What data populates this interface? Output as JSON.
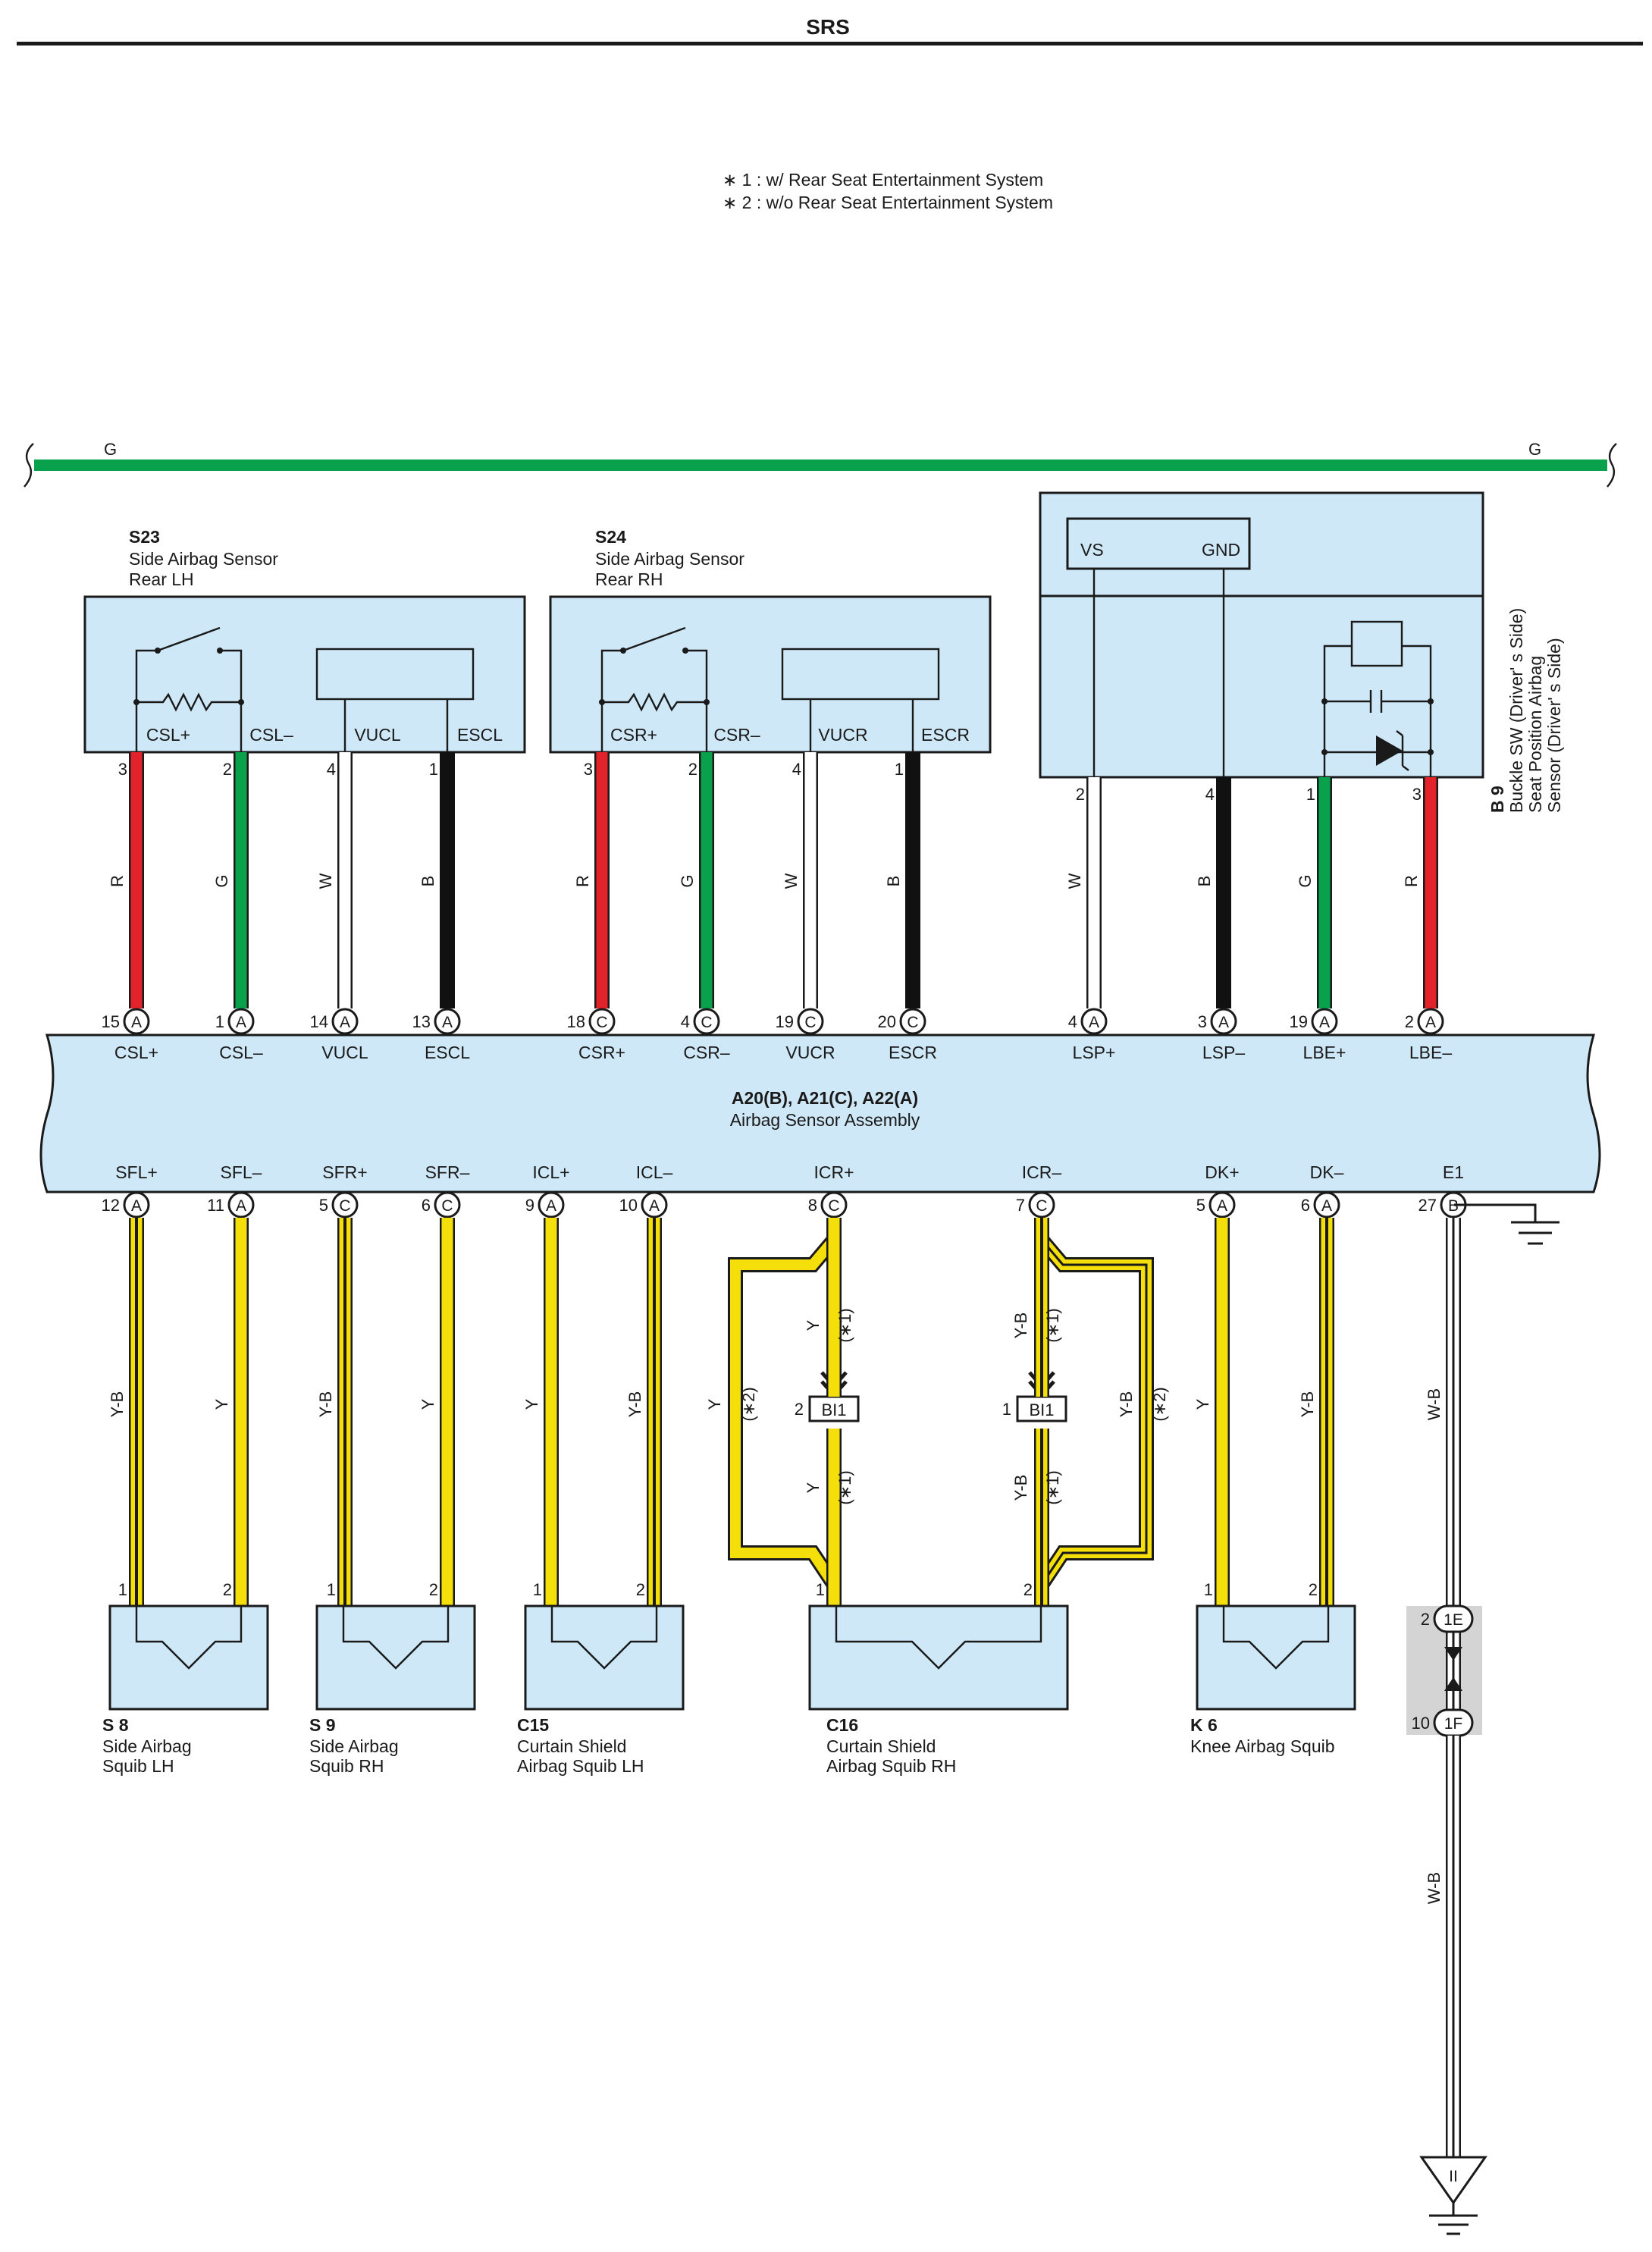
{
  "header": {
    "title": "SRS"
  },
  "notes": [
    "∗ 1 : w/ Rear Seat Entertainment System",
    "∗ 2 : w/o Rear Seat Entertainment System"
  ],
  "bus": {
    "left_label": "G",
    "right_label": "G"
  },
  "colors": {
    "R": "#e3232b",
    "G": "#0aa14c",
    "B": "#111111",
    "W": "#ffffff",
    "Y": "#f4df0a",
    "Y-B": "#f4df0a",
    "W-B": "#ffffff",
    "box": "#cfe8f7"
  },
  "components": {
    "s23": {
      "code": "S23",
      "name_line1": "Side Airbag Sensor",
      "name_line2": "Rear LH",
      "pins": [
        "CSL+",
        "CSL–",
        "VUCL",
        "ESCL"
      ]
    },
    "s24": {
      "code": "S24",
      "name_line1": "Side Airbag Sensor",
      "name_line2": "Rear RH",
      "pins": [
        "CSR+",
        "CSR–",
        "VUCR",
        "ESCR"
      ]
    },
    "b9": {
      "code": "B 9",
      "name_line1": "Buckle SW (Driver' s Side)",
      "name_line2": "Seat Position Airbag",
      "name_line3": "Sensor (Driver' s Side)",
      "vs": "VS",
      "gnd": "GND"
    },
    "assembly": {
      "code": "A20(B), A21(C), A22(A)",
      "name": "Airbag Sensor Assembly"
    },
    "s8": {
      "code": "S 8",
      "line1": "Side Airbag",
      "line2": "Squib LH"
    },
    "s9": {
      "code": "S 9",
      "line1": "Side Airbag",
      "line2": "Squib RH"
    },
    "c15": {
      "code": "C15",
      "line1": "Curtain Shield",
      "line2": "Airbag Squib LH"
    },
    "c16": {
      "code": "C16",
      "line1": "Curtain Shield",
      "line2": "Airbag Squib RH"
    },
    "k6": {
      "code": "K 6",
      "line1": "Knee Airbag Squib",
      "line2": ""
    }
  },
  "top_wires": [
    {
      "pin_top": "3",
      "color": "R",
      "pin_bot": "15",
      "conn": "A",
      "term": "CSL+"
    },
    {
      "pin_top": "2",
      "color": "G",
      "pin_bot": "1",
      "conn": "A",
      "term": "CSL–"
    },
    {
      "pin_top": "4",
      "color": "W",
      "pin_bot": "14",
      "conn": "A",
      "term": "VUCL"
    },
    {
      "pin_top": "1",
      "color": "B",
      "pin_bot": "13",
      "conn": "A",
      "term": "ESCL"
    },
    {
      "pin_top": "3",
      "color": "R",
      "pin_bot": "18",
      "conn": "C",
      "term": "CSR+"
    },
    {
      "pin_top": "2",
      "color": "G",
      "pin_bot": "4",
      "conn": "C",
      "term": "CSR–"
    },
    {
      "pin_top": "4",
      "color": "W",
      "pin_bot": "19",
      "conn": "C",
      "term": "VUCR"
    },
    {
      "pin_top": "1",
      "color": "B",
      "pin_bot": "20",
      "conn": "C",
      "term": "ESCR"
    },
    {
      "pin_top": "2",
      "color": "W",
      "pin_bot": "4",
      "conn": "A",
      "term": "LSP+"
    },
    {
      "pin_top": "4",
      "color": "B",
      "pin_bot": "3",
      "conn": "A",
      "term": "LSP–"
    },
    {
      "pin_top": "1",
      "color": "G",
      "pin_bot": "19",
      "conn": "A",
      "term": "LBE+"
    },
    {
      "pin_top": "3",
      "color": "R",
      "pin_bot": "2",
      "conn": "A",
      "term": "LBE–"
    }
  ],
  "bottom_wires": [
    {
      "term": "SFL+",
      "pin": "12",
      "conn": "A",
      "color": "Y-B",
      "squib_pin": "1"
    },
    {
      "term": "SFL–",
      "pin": "11",
      "conn": "A",
      "color": "Y",
      "squib_pin": "2"
    },
    {
      "term": "SFR+",
      "pin": "5",
      "conn": "C",
      "color": "Y-B",
      "squib_pin": "1"
    },
    {
      "term": "SFR–",
      "pin": "6",
      "conn": "C",
      "color": "Y",
      "squib_pin": "2"
    },
    {
      "term": "ICL+",
      "pin": "9",
      "conn": "A",
      "color": "Y",
      "squib_pin": "1"
    },
    {
      "term": "ICL–",
      "pin": "10",
      "conn": "A",
      "color": "Y-B",
      "squib_pin": "2"
    },
    {
      "term": "ICR+",
      "pin": "8",
      "conn": "C",
      "color": "Y",
      "squib_pin": "1"
    },
    {
      "term": "ICR–",
      "pin": "7",
      "conn": "C",
      "color": "Y-B",
      "squib_pin": "2"
    },
    {
      "term": "DK+",
      "pin": "5",
      "conn": "A",
      "color": "Y",
      "squib_pin": "1"
    },
    {
      "term": "DK–",
      "pin": "6",
      "conn": "A",
      "color": "Y-B",
      "squib_pin": "2"
    },
    {
      "term": "E1",
      "pin": "27",
      "conn": "B",
      "color": "W-B",
      "squib_pin": ""
    }
  ],
  "branch": {
    "connector": "BI1",
    "pin_left": "2",
    "pin_right": "1",
    "note1": "(∗1)",
    "note2": "(∗2)"
  },
  "ground": {
    "pin_1e": "2",
    "conn_1e": "1E",
    "pin_1f": "10",
    "conn_1f": "1F",
    "wire_color": "W-B",
    "symbol": "II"
  }
}
